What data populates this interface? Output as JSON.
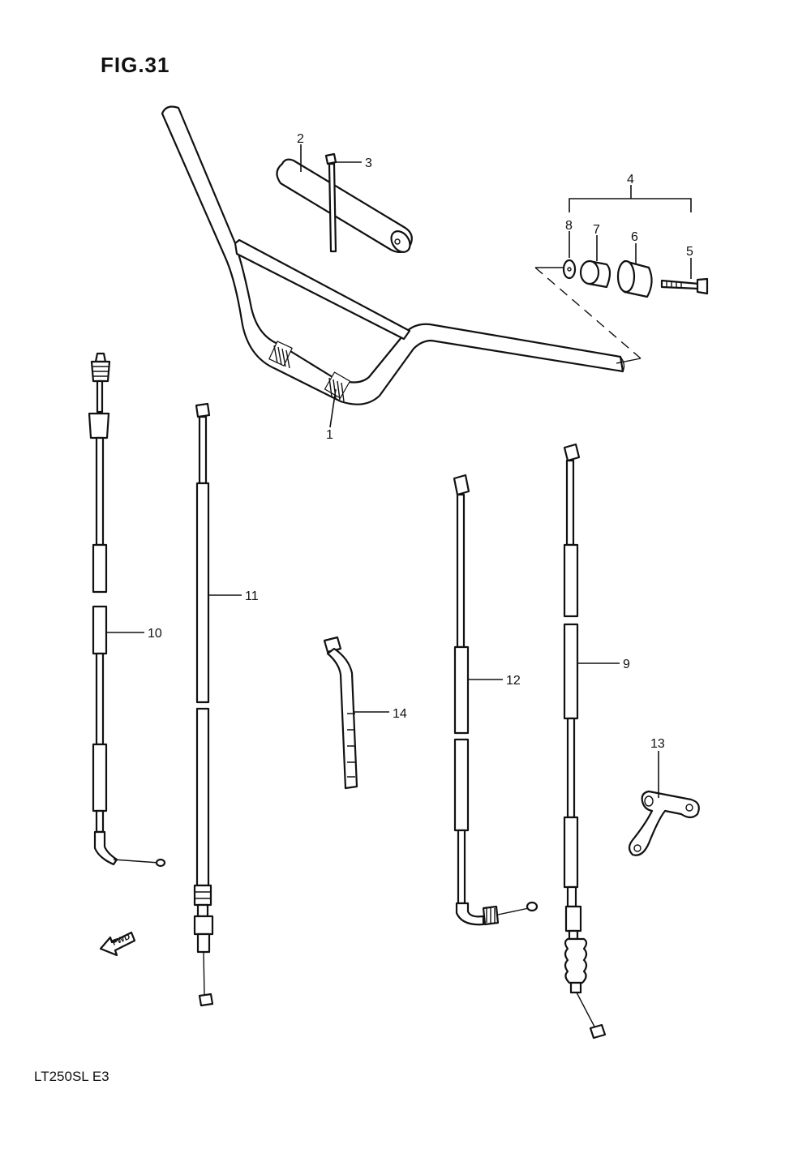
{
  "figure": {
    "title": "FIG.31",
    "model_code": "LT250SL  E3",
    "direction_label": "FWD"
  },
  "callouts": [
    "1",
    "2",
    "3",
    "4",
    "5",
    "6",
    "7",
    "8",
    "9",
    "10",
    "11",
    "12",
    "13",
    "14"
  ]
}
